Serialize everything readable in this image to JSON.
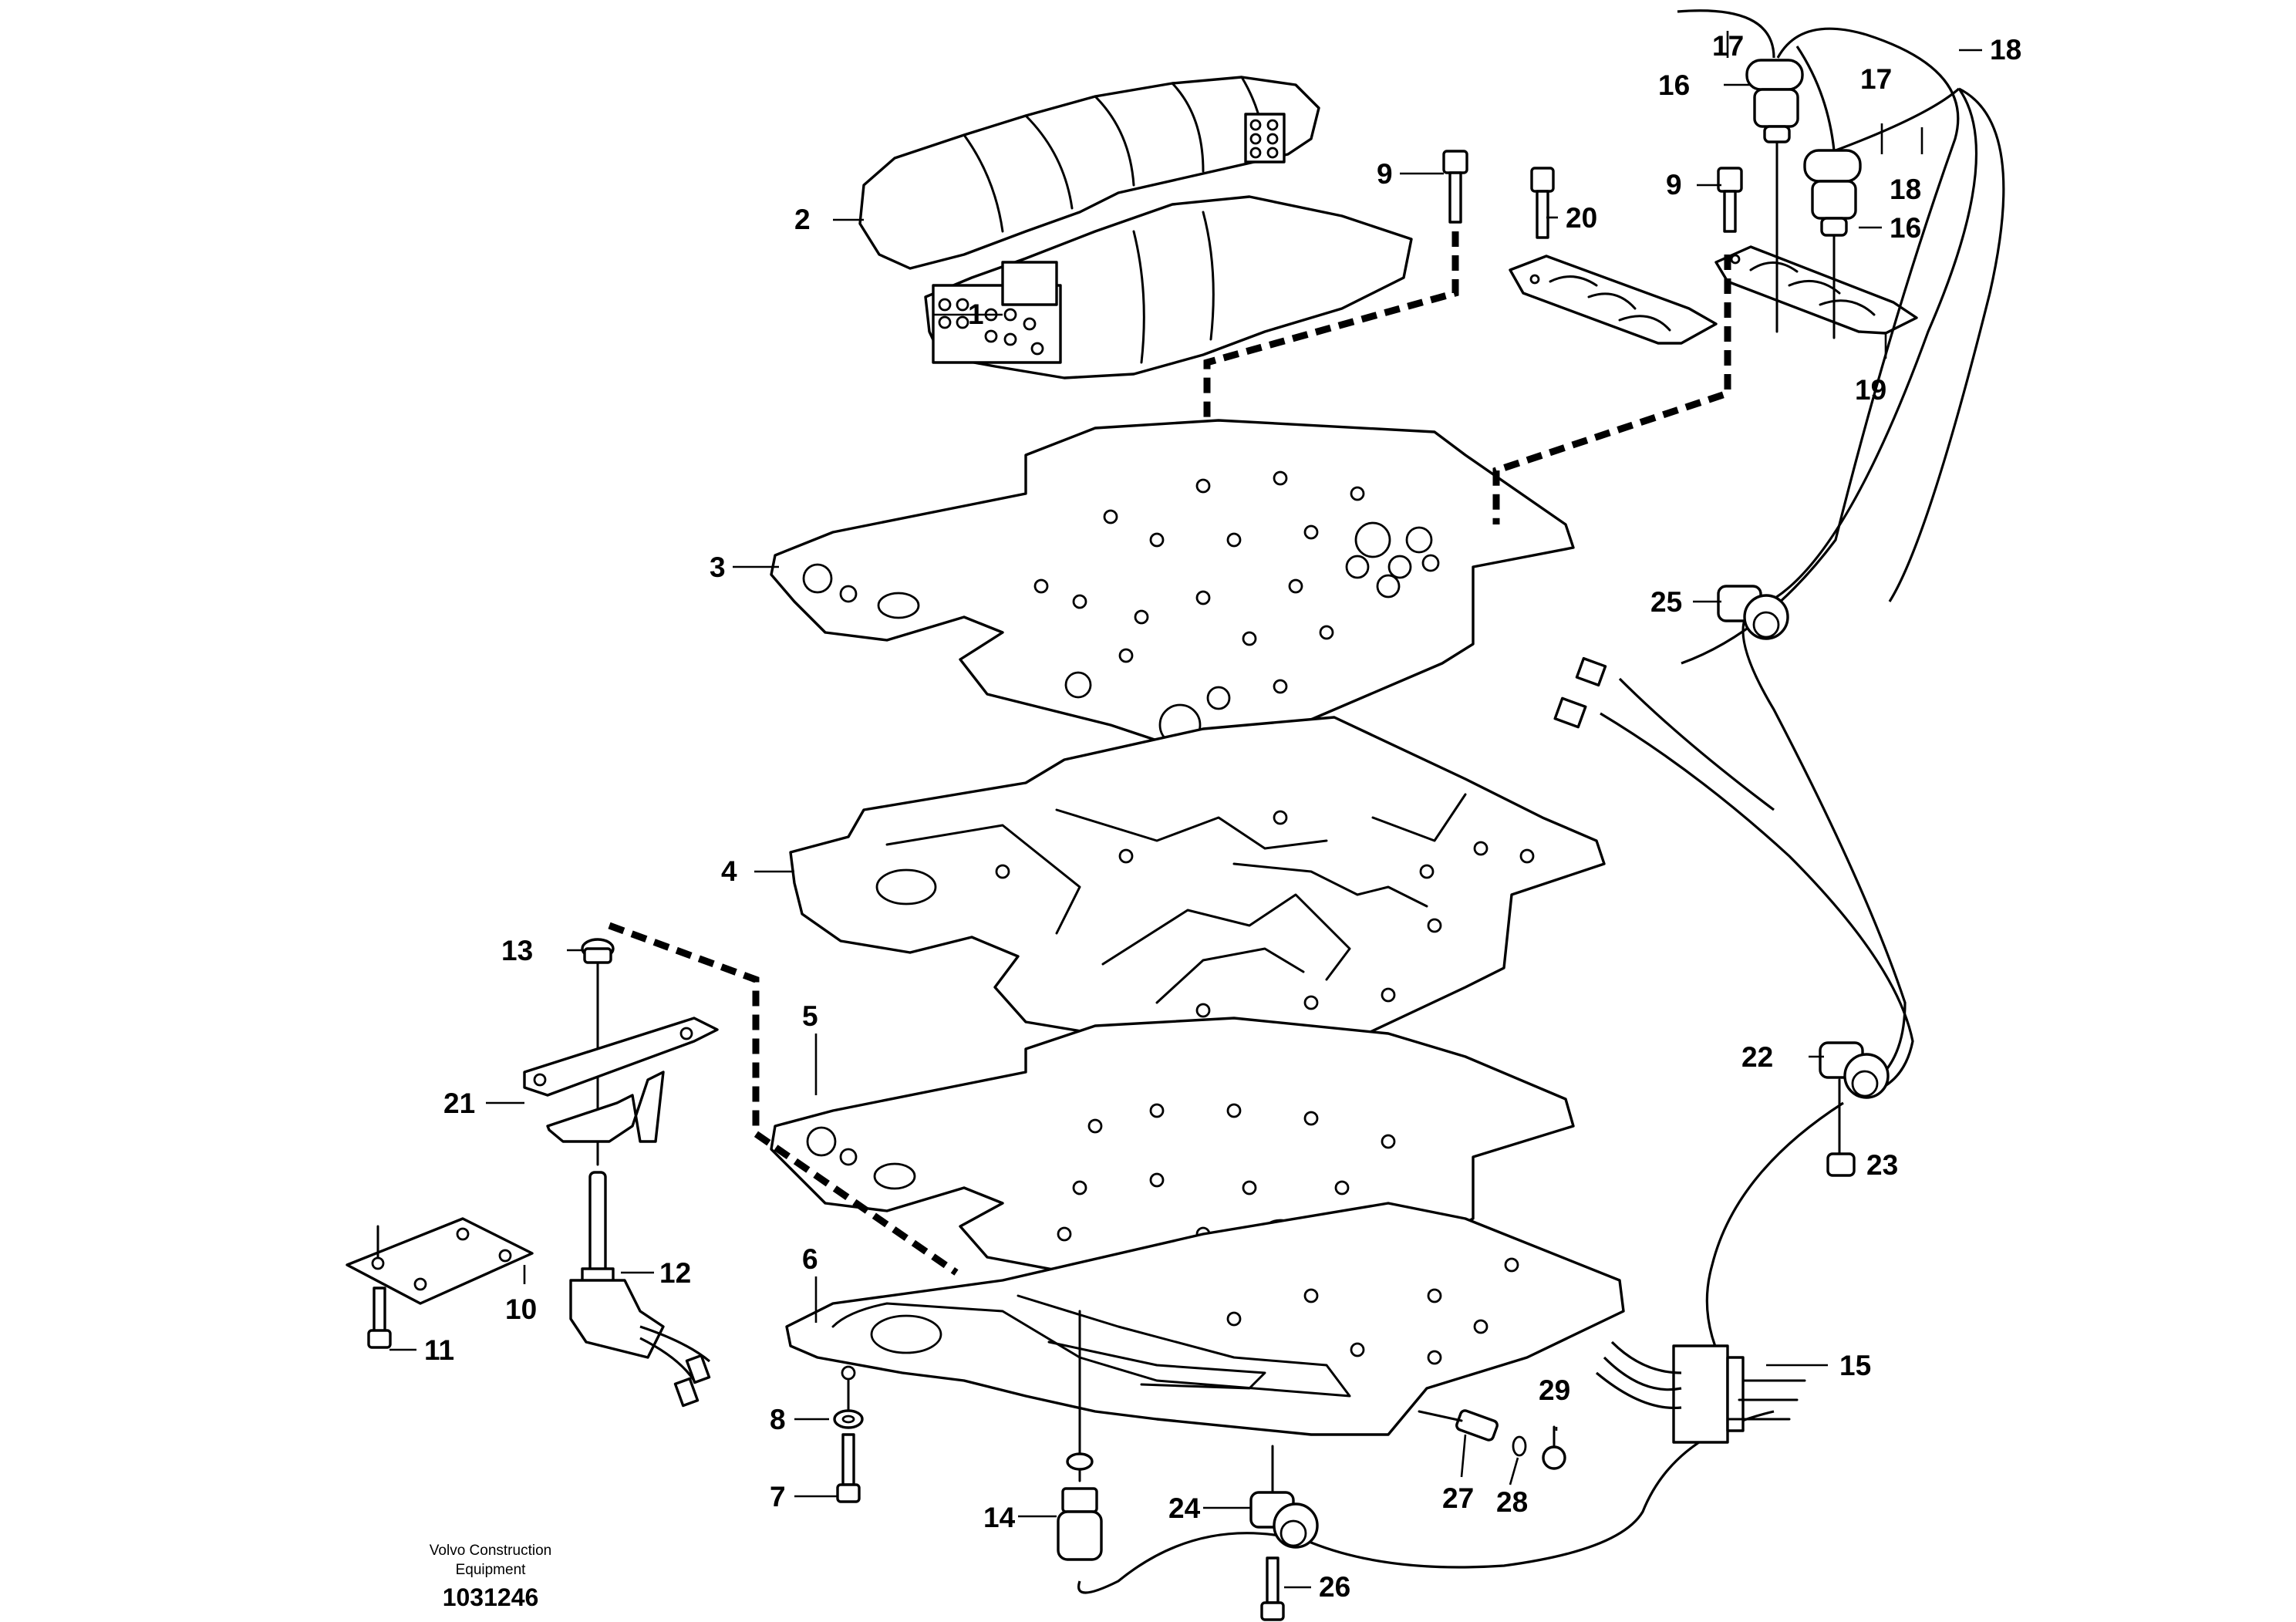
{
  "labels": {
    "p1": "1",
    "p2": "2",
    "p3": "3",
    "p4": "4",
    "p5": "5",
    "p6": "6",
    "p7": "7",
    "p8": "8",
    "p9a": "9",
    "p9b": "9",
    "p10": "10",
    "p11": "11",
    "p12": "12",
    "p13": "13",
    "p14": "14",
    "p15": "15",
    "p16a": "16",
    "p16b": "16",
    "p17a": "17",
    "p17b": "17",
    "p18a": "18",
    "p18b": "18",
    "p19": "19",
    "p20": "20",
    "p21": "21",
    "p22": "22",
    "p23": "23",
    "p24": "24",
    "p25": "25",
    "p26": "26",
    "p27": "27",
    "p28": "28",
    "p29": "29"
  },
  "footer": {
    "caption_line1": "Volvo Construction",
    "caption_line2": "Equipment",
    "document_number": "1031246"
  }
}
